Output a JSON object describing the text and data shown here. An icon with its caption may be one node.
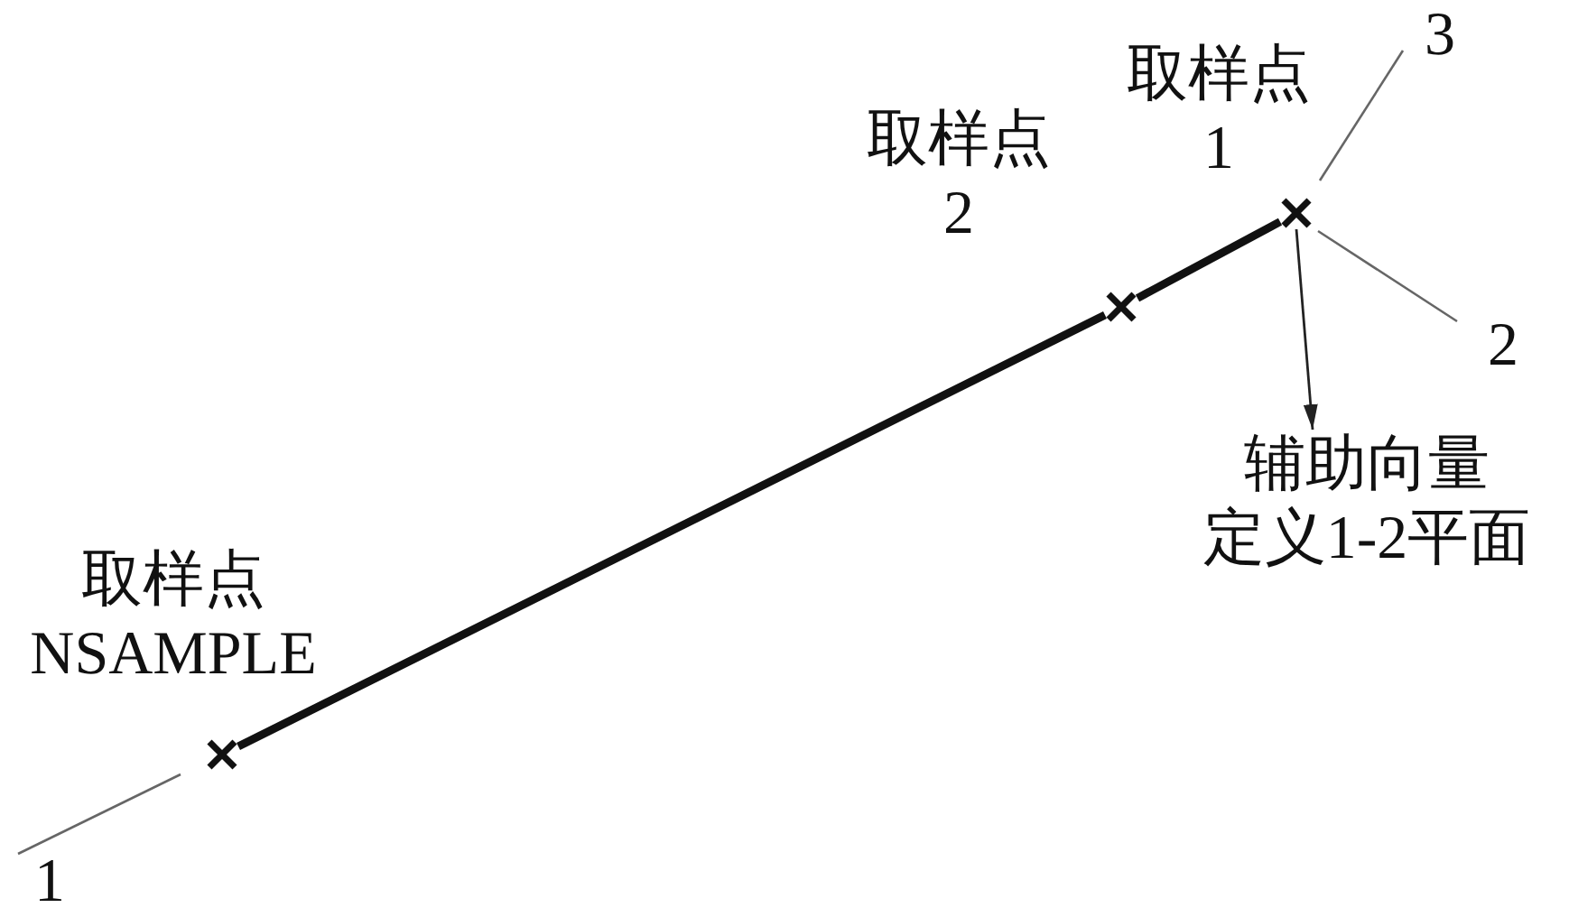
{
  "diagram": {
    "nodes": [
      {
        "text": [],
        "shape": "cross",
        "beside": [
          "取样点 1"
        ]
      },
      {
        "text": [],
        "shape": "cross",
        "beside": [
          "取样点 2"
        ]
      },
      {
        "text": [
          "辅助向量",
          "定义1-2平面"
        ]
      },
      {
        "text": [],
        "shape": "cross",
        "beside": [
          "取样点 NSAMPLE"
        ]
      }
    ],
    "edges": [
      {
        "from": 3,
        "to": 1,
        "arrow": "none"
      },
      {
        "from": 1,
        "to": 0,
        "arrow": "none"
      },
      {
        "from": 0,
        "to": 2,
        "arrow": "to"
      }
    ],
    "labels": [
      "3",
      "2",
      "1"
    ]
  }
}
